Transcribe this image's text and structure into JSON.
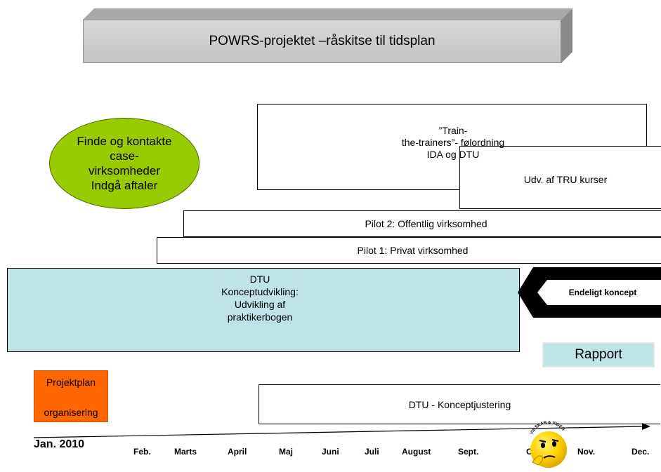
{
  "title": "POWRS-projektet –råskitse til tidsplan",
  "ellipse": {
    "lines": [
      "Finde og kontakte",
      "case-",
      "virksomheder",
      "Indgå aftaler"
    ]
  },
  "train": {
    "text": "”Train-\nthe-trainers”- følordning\nIDA og DTU"
  },
  "tru": {
    "label": "Udv. af TRU kurser"
  },
  "pilot2": {
    "label": "Pilot 2: Offentlig virksomhed"
  },
  "pilot1": {
    "label": "Pilot 1: Privat virksomhed"
  },
  "dtu": {
    "lines": [
      "DTU",
      "Konceptudvikling:",
      "Udvikling af",
      "praktikerbogen"
    ]
  },
  "final_concept": {
    "label": "Endeligt koncept"
  },
  "rapport": {
    "label": "Rapport"
  },
  "projektplan": {
    "line1": "Projektplan",
    "line2": "organisering"
  },
  "konceptjustering": {
    "label": "DTU - Konceptjustering"
  },
  "timeline": {
    "start": "Jan. 2010",
    "months": [
      "Feb.",
      "Marts",
      "April",
      "Maj",
      "Juni",
      "Juli",
      "August",
      "Sept.",
      "Okt.",
      "Nov.",
      "Dec."
    ]
  },
  "sticker": {
    "text": "VIDSKAB & VIDEN"
  },
  "colors": {
    "ellipse": "#99cc00",
    "dtu_box": "#bfe3e6",
    "projektplan": "#ff6600",
    "title_bg": "#cccccc",
    "smiley": "#ffd200"
  }
}
